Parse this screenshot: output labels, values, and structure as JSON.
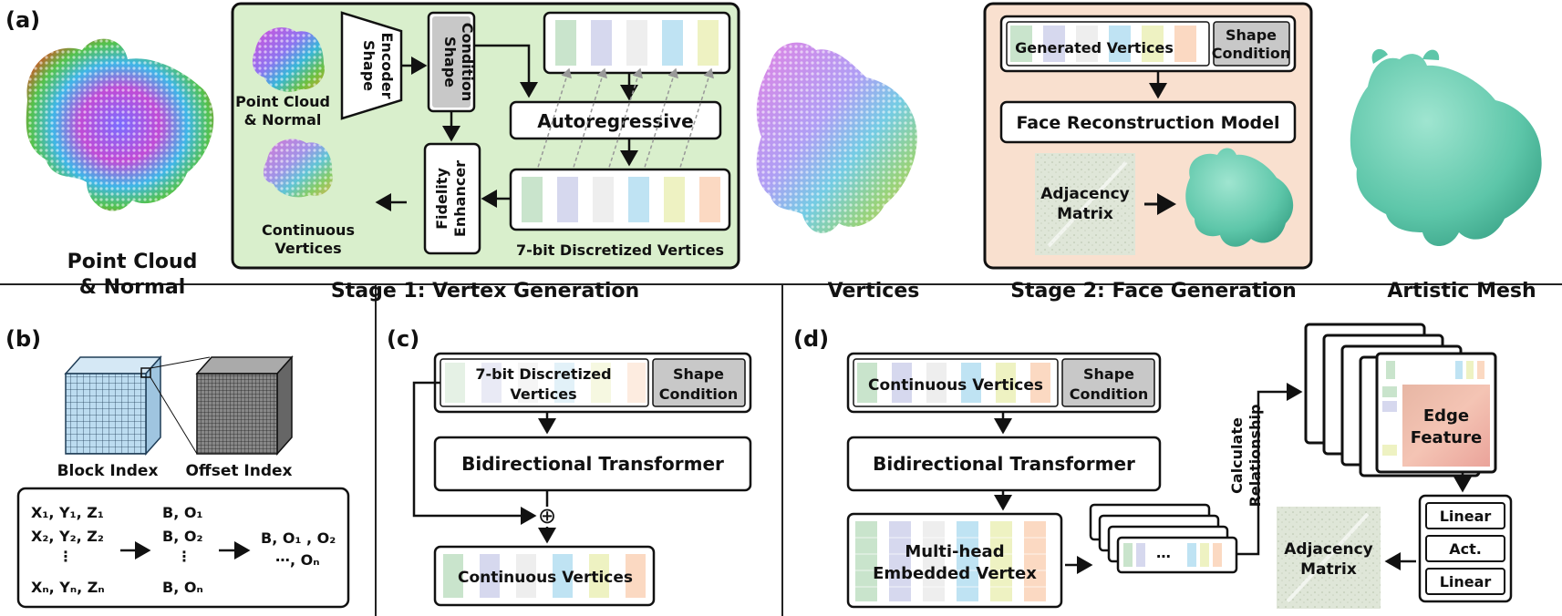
{
  "panel_a": {
    "tag": "(a)",
    "input_label_1": "Point Cloud",
    "input_label_2": "& Normal",
    "stage1_caption": "Stage 1: Vertex Generation",
    "shape_encoder_1": "Shape",
    "shape_encoder_2": "Encoder",
    "shape_condition_1": "Shape",
    "shape_condition_2": "Condition",
    "pc_small_1": "Point Cloud",
    "pc_small_2": "& Normal",
    "autoregressive": "Autoregressive",
    "fidelity_1": "Fidelity",
    "fidelity_2": "Enhancer",
    "cont_vertices_1": "Continuous",
    "cont_vertices_2": "Vertices",
    "discretized": "7-bit Discretized Vertices",
    "vertices_caption": "Vertices",
    "stage2_caption": "Stage 2: Face Generation",
    "generated_vertices": "Generated Vertices",
    "s2_shape_1": "Shape",
    "s2_shape_2": "Condition",
    "face_recon": "Face Reconstruction Model",
    "adj_1": "Adjacency",
    "adj_2": "Matrix",
    "artistic_caption": "Artistic Mesh"
  },
  "panel_b": {
    "tag": "(b)",
    "block_index": "Block Index",
    "offset_index": "Offset Index",
    "xyz_1": "X₁, Y₁, Z₁",
    "xyz_2": "X₂, Y₂, Z₂",
    "xyz_n": "Xₙ, Yₙ, Zₙ",
    "bo_1": "B, O₁",
    "bo_2": "B, O₂",
    "bo_n": "B, Oₙ",
    "bo_merge_1": "B, O₁ , O₂",
    "bo_merge_2": "⋯, Oₙ",
    "dots": "⋮"
  },
  "panel_c": {
    "tag": "(c)",
    "disc_1": "7-bit Discretized",
    "disc_2": "Vertices",
    "shape_1": "Shape",
    "shape_2": "Condition",
    "transformer": "Bidirectional Transformer",
    "plus": "⊕",
    "continuous": "Continuous Vertices"
  },
  "panel_d": {
    "tag": "(d)",
    "continuous": "Continuous Vertices",
    "shape_1": "Shape",
    "shape_2": "Condition",
    "transformer": "Bidirectional Transformer",
    "multihead_1": "Multi-head",
    "multihead_2": "Embedded Vertex",
    "calc_1": "Calculate",
    "calc_2": "Relationship",
    "edge_1": "Edge",
    "edge_2": "Feature",
    "linear_1": "Linear",
    "act": "Act.",
    "linear_2": "Linear",
    "adj_1": "Adjacency",
    "adj_2": "Matrix",
    "dots": "⋯"
  },
  "colors": {
    "stage1_bg": "#d9efcc",
    "stage2_bg": "#f9e0cf",
    "token_green": "#c9e4cc",
    "token_lavender": "#d6d8ee",
    "token_gray": "#eeeeee",
    "token_blue": "#bfe3f3",
    "token_yellow": "#eef2c2",
    "token_orange": "#fbd9c2",
    "condition_gray": "#c8c8c8",
    "mesh_teal": "#66ccb0",
    "cube_blue": "#bcdcf0"
  }
}
